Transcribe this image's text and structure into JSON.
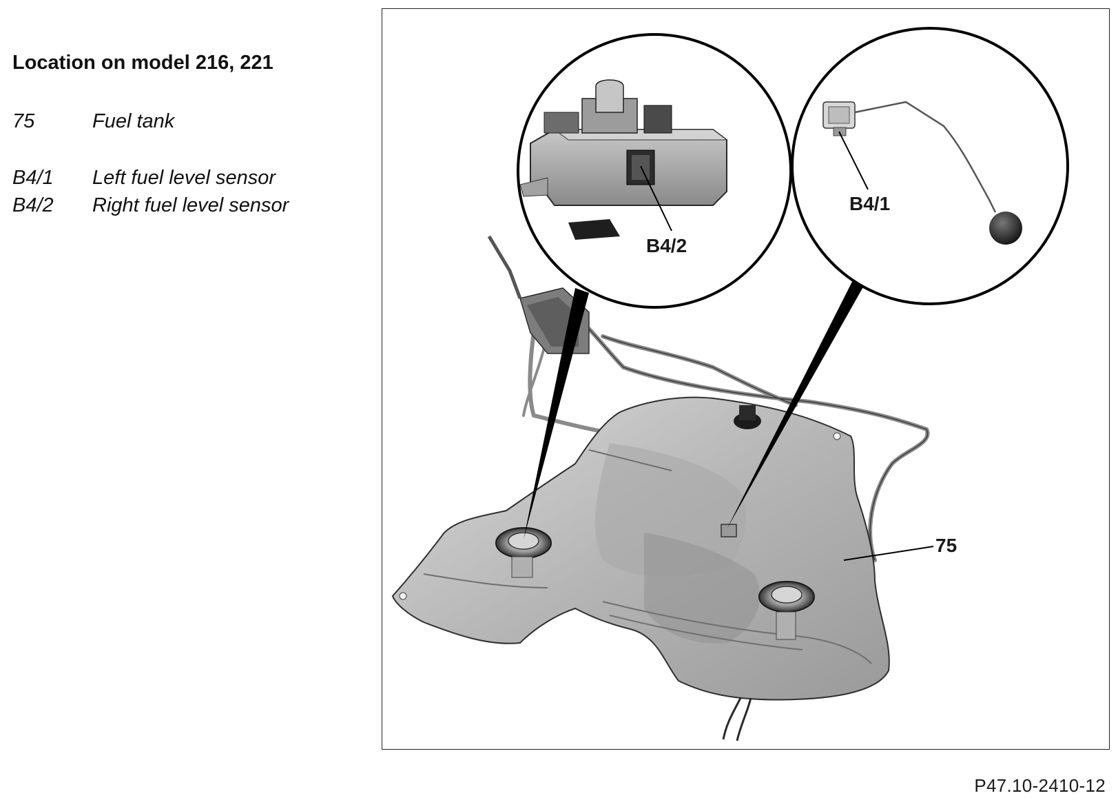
{
  "legend": {
    "title": "Location on model 216, 221",
    "items": [
      {
        "code": "75",
        "description": "Fuel tank"
      },
      {
        "code": "B4/1",
        "description": "Left fuel level sensor"
      },
      {
        "code": "B4/2",
        "description": "Right fuel level sensor"
      }
    ]
  },
  "figure": {
    "callouts": {
      "right_sensor": "B4/2",
      "left_sensor": "B4/1",
      "fuel_tank": "75"
    },
    "figure_number": "P47.10-2410-12"
  }
}
